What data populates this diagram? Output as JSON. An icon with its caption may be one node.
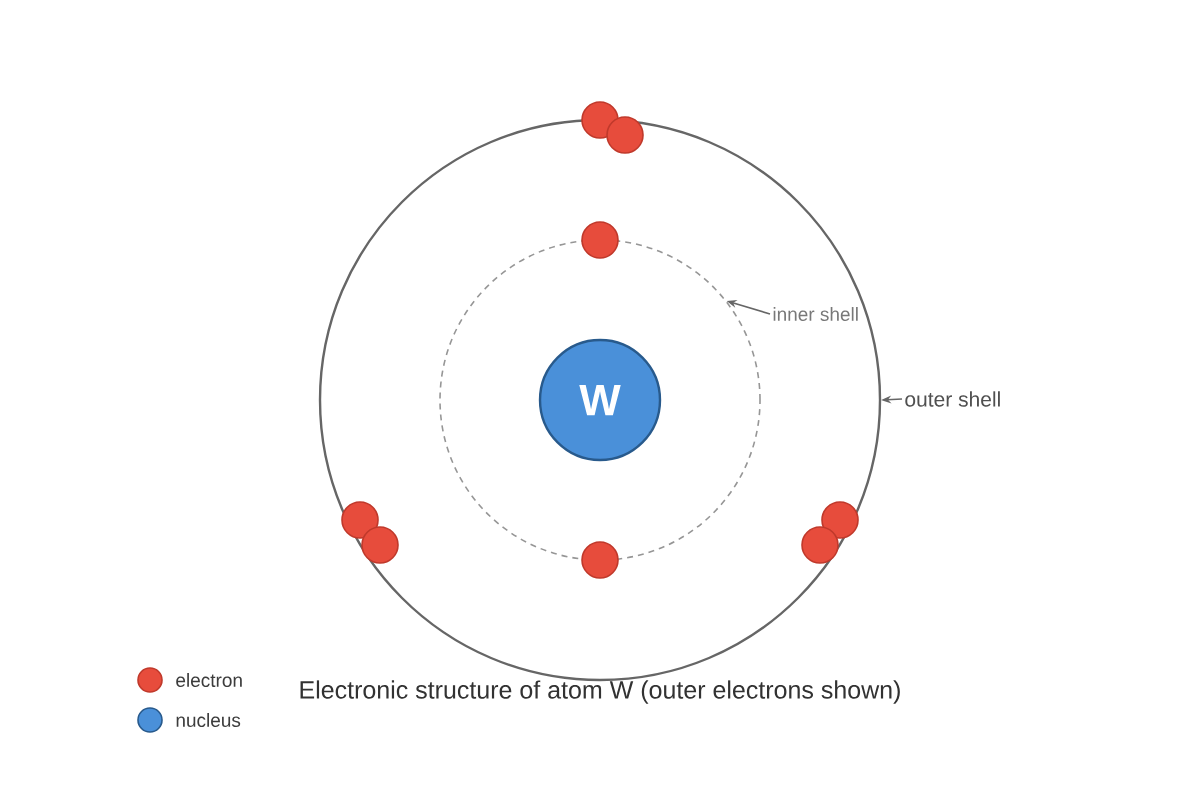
{
  "diagram": {
    "caption": "Electronic structure of atom W (outer electrons shown)",
    "nodes": [
      {
        "text": [],
        "shape": "circle"
      },
      {
        "text": [],
        "shape": "circle",
        "in": 0
      },
      {
        "text": [
          "W"
        ],
        "in": 1
      },
      {
        "text": [],
        "shape": "circle"
      },
      {
        "text": [],
        "shape": "circle",
        "in": 0
      },
      {
        "text": [],
        "shape": "circle",
        "in": 0
      },
      {
        "text": [],
        "shape": "circle",
        "in": 0
      },
      {
        "text": [],
        "shape": "circle",
        "in": 0
      },
      {
        "text": [],
        "shape": "circle",
        "in": 0
      },
      {
        "text": [],
        "shape": "circle",
        "in": 0
      },
      {
        "text": [],
        "shape": "circle",
        "in": 0
      },
      {
        "text": [
          "inner shell"
        ],
        "in": 0
      },
      {
        "text": [
          "outer shell"
        ]
      }
    ],
    "edges": [
      {
        "from": 11,
        "to": 1,
        "arrow": "to"
      },
      {
        "from": 12,
        "to": 0,
        "arrow": "to"
      }
    ],
    "legend": [
      {
        "text": "electron",
        "color": "#e74c3c"
      },
      {
        "text": "nucleus",
        "color": "#4a90d9"
      }
    ]
  }
}
